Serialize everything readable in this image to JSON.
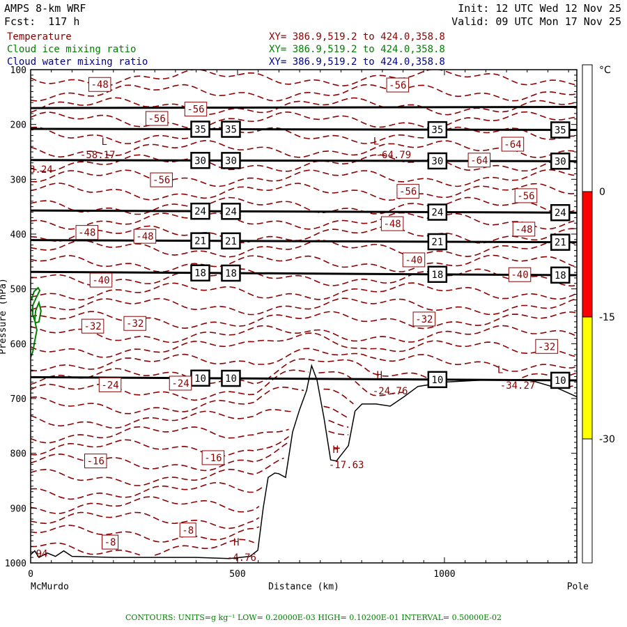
{
  "header": {
    "model": "AMPS 8-km WRF",
    "forecast": "Fcst:  117 h",
    "init": "Init: 12 UTC Wed 12 Nov 25",
    "valid": "Valid: 09 UTC Mon 17 Nov 25"
  },
  "fields": [
    {
      "name": "Temperature",
      "xy": "XY= 386.9,519.2 to 424.0,358.8",
      "color": "#8b0000"
    },
    {
      "name": "Cloud ice mixing ratio",
      "xy": "XY= 386.9,519.2 to 424.0,358.8",
      "color": "#008000"
    },
    {
      "name": "Cloud water mixing ratio",
      "xy": "XY= 386.9,519.2 to 424.0,358.8",
      "color": "#00008b"
    }
  ],
  "footer": {
    "contours": "CONTOURS:  UNITS=g kg⁻¹  LOW= 0.20000E-03  HIGH= 0.10200E-01  INTERVAL=  0.50000E-02"
  },
  "chart_data": {
    "type": "cross-section contour",
    "xlabel": "Distance (km)",
    "x_range": [
      0,
      1320
    ],
    "x_ticks": [
      {
        "v": 0,
        "label": "0"
      },
      {
        "v": 500,
        "label": "500"
      },
      {
        "v": 1000,
        "label": "1000"
      }
    ],
    "x_end_labels": {
      "left": "McMurdo",
      "right": "Pole"
    },
    "ylabel": "Pressure (hPa)",
    "y_range": [
      100,
      1000
    ],
    "y_ticks": [
      "100",
      "200",
      "300",
      "400",
      "500",
      "600",
      "700",
      "800",
      "900",
      "1000"
    ],
    "colorbar": {
      "unit": "°C",
      "ticks": [
        {
          "v": 0,
          "label": "0"
        },
        {
          "v": -15,
          "label": "-15"
        },
        {
          "v": -30,
          "label": "-30"
        }
      ],
      "bands": [
        {
          "from": 0,
          "to": -15,
          "color": "#ff0000"
        },
        {
          "from": -15,
          "to": -30,
          "color": "#ffff00"
        }
      ]
    },
    "terrain": [
      [
        0,
        985
      ],
      [
        10,
        978
      ],
      [
        20,
        990
      ],
      [
        40,
        982
      ],
      [
        60,
        988
      ],
      [
        80,
        978
      ],
      [
        100,
        988
      ],
      [
        200,
        990
      ],
      [
        400,
        990
      ],
      [
        480,
        992
      ],
      [
        530,
        988
      ],
      [
        549,
        977
      ],
      [
        562,
        900
      ],
      [
        574,
        844
      ],
      [
        590,
        836
      ],
      [
        599,
        837
      ],
      [
        616,
        844
      ],
      [
        633,
        761
      ],
      [
        650,
        720
      ],
      [
        667,
        685
      ],
      [
        679,
        640
      ],
      [
        692,
        666
      ],
      [
        709,
        736
      ],
      [
        725,
        812
      ],
      [
        739,
        814
      ],
      [
        768,
        786
      ],
      [
        784,
        723
      ],
      [
        801,
        710
      ],
      [
        835,
        710
      ],
      [
        869,
        714
      ],
      [
        902,
        697
      ],
      [
        936,
        678
      ],
      [
        1003,
        670
      ],
      [
        1104,
        666
      ],
      [
        1205,
        666
      ],
      [
        1273,
        681
      ],
      [
        1320,
        697
      ]
    ],
    "black_lines": [
      {
        "p_left": 170,
        "p_right": 168,
        "labels": []
      },
      {
        "p_left": 208,
        "p_right": 210,
        "labels": [
          "35",
          "35",
          "35",
          "35"
        ]
      },
      {
        "p_left": 265,
        "p_right": 267,
        "labels": [
          "30",
          "30",
          "30",
          "30"
        ]
      },
      {
        "p_left": 357,
        "p_right": 361,
        "labels": [
          "24",
          "24",
          "24",
          "24"
        ]
      },
      {
        "p_left": 411,
        "p_right": 415,
        "labels": [
          "21",
          "21",
          "21",
          "21"
        ]
      },
      {
        "p_left": 469,
        "p_right": 475,
        "labels": [
          "18",
          "18",
          "18",
          "18"
        ]
      },
      {
        "p_left": 661,
        "p_right": 667,
        "labels": [
          "10",
          "10",
          "10",
          "10"
        ]
      }
    ],
    "black_label_x_km": [
      410,
      484,
      983,
      1280
    ],
    "temperature_labels": [
      {
        "t": "-48",
        "x": 167,
        "p": 127,
        "box": true
      },
      {
        "t": "-56",
        "x": 887,
        "p": 128,
        "box": true
      },
      {
        "t": "-56",
        "x": 399,
        "p": 172,
        "box": true
      },
      {
        "t": "-56",
        "x": 305,
        "p": 189,
        "box": true
      },
      {
        "t": "L",
        "x": 178,
        "p": 231,
        "box": false
      },
      {
        "t": "-58.17",
        "x": 162,
        "p": 255,
        "box": false
      },
      {
        "t": "8.24",
        "x": 25,
        "p": 282,
        "box": false
      },
      {
        "t": "L",
        "x": 835,
        "p": 230,
        "box": false
      },
      {
        "t": "-64.79",
        "x": 877,
        "p": 255,
        "box": false
      },
      {
        "t": "-64",
        "x": 1165,
        "p": 236,
        "box": true
      },
      {
        "t": "-64",
        "x": 1084,
        "p": 265,
        "box": true
      },
      {
        "t": "-56",
        "x": 316,
        "p": 301,
        "box": true
      },
      {
        "t": "-56",
        "x": 912,
        "p": 322,
        "box": true
      },
      {
        "t": "-56",
        "x": 1197,
        "p": 330,
        "box": true
      },
      {
        "t": "-48",
        "x": 136,
        "p": 397,
        "box": true
      },
      {
        "t": "-48",
        "x": 276,
        "p": 404,
        "box": true
      },
      {
        "t": "-48",
        "x": 874,
        "p": 381,
        "box": true
      },
      {
        "t": "-48",
        "x": 1192,
        "p": 391,
        "box": true
      },
      {
        "t": "-40",
        "x": 926,
        "p": 447,
        "box": true
      },
      {
        "t": "-40",
        "x": 170,
        "p": 484,
        "box": true
      },
      {
        "t": "-40",
        "x": 1182,
        "p": 474,
        "box": true
      },
      {
        "t": "-32",
        "x": 150,
        "p": 568,
        "box": true
      },
      {
        "t": "-32",
        "x": 252,
        "p": 563,
        "box": true
      },
      {
        "t": "-32",
        "x": 951,
        "p": 555,
        "box": true
      },
      {
        "t": "-32",
        "x": 1247,
        "p": 605,
        "box": true
      },
      {
        "t": "-24",
        "x": 192,
        "p": 675,
        "box": true
      },
      {
        "t": "-24",
        "x": 362,
        "p": 672,
        "box": true
      },
      {
        "t": "H",
        "x": 843,
        "p": 657,
        "box": false
      },
      {
        "t": "-24.76",
        "x": 869,
        "p": 686,
        "box": false
      },
      {
        "t": "L",
        "x": 1135,
        "p": 647,
        "box": false
      },
      {
        "t": "-34.27",
        "x": 1177,
        "p": 676,
        "box": false
      },
      {
        "t": "-16",
        "x": 157,
        "p": 814,
        "box": true
      },
      {
        "t": "-16",
        "x": 441,
        "p": 808,
        "box": true
      },
      {
        "t": "H",
        "x": 737,
        "p": 793,
        "box": false
      },
      {
        "t": "-17.63",
        "x": 763,
        "p": 821,
        "box": false
      },
      {
        "t": "-8",
        "x": 380,
        "p": 940,
        "box": true
      },
      {
        "t": "-8",
        "x": 192,
        "p": 962,
        "box": true
      },
      {
        "t": "H",
        "x": 497,
        "p": 962,
        "box": false
      },
      {
        "t": "-4.76",
        "x": 510,
        "p": 990,
        "box": false
      },
      {
        "t": "94",
        "x": 27,
        "p": 983,
        "box": false
      }
    ],
    "cloud_ice_contour": [
      [
        2,
        520
      ],
      [
        8,
        505
      ],
      [
        18,
        498
      ],
      [
        22,
        503
      ],
      [
        14,
        515
      ],
      [
        5,
        530
      ],
      [
        5,
        548
      ],
      [
        12,
        562
      ],
      [
        20,
        560
      ],
      [
        25,
        540
      ],
      [
        20,
        525
      ],
      [
        12,
        540
      ],
      [
        10,
        558
      ],
      [
        15,
        575
      ],
      [
        10,
        595
      ],
      [
        5,
        615
      ],
      [
        0,
        625
      ]
    ]
  }
}
